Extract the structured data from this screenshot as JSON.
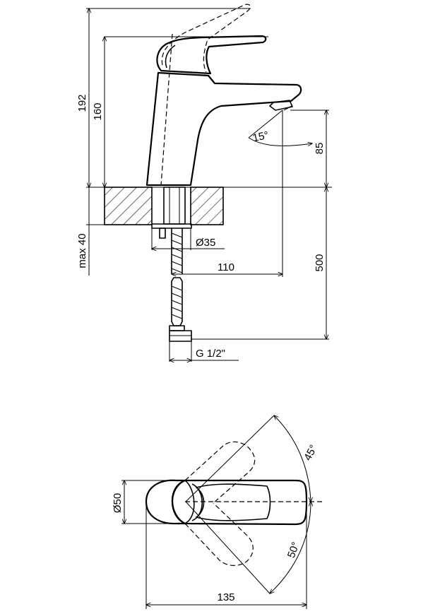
{
  "dimensions": {
    "total_height": "192",
    "spout_height": "160",
    "spout_clearance": "85",
    "spout_angle": "15°",
    "mount_thickness": "max 40",
    "hole_diameter": "Ø35",
    "spout_reach": "110",
    "hose_length": "500",
    "thread": "G 1/2\"",
    "base_diameter": "Ø50",
    "lever_angle_top": "45°",
    "lever_angle_bottom": "50°",
    "total_length": "135"
  }
}
